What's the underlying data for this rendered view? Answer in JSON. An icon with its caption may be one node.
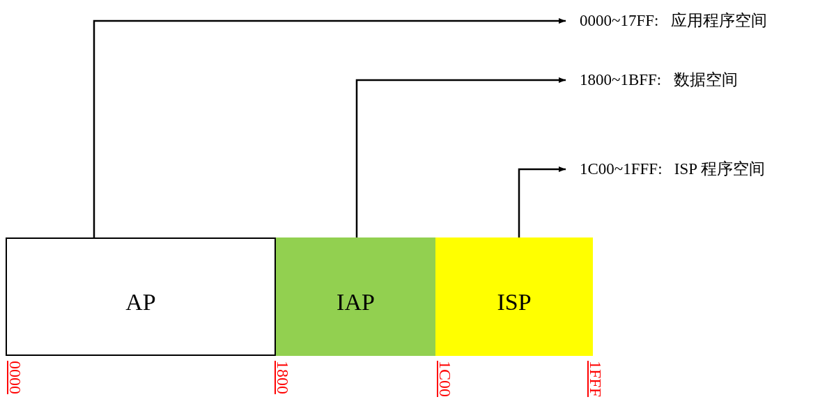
{
  "diagram": {
    "nodes": [
      {
        "text": [
          "AP"
        ]
      },
      {
        "text": [
          "IAP"
        ]
      },
      {
        "text": [
          "ISP"
        ]
      },
      {
        "text": [
          "0000~17FF:   应用程序空间"
        ]
      },
      {
        "text": [
          "1800~1BFF:   数据空间"
        ]
      },
      {
        "text": [
          "1C00~1FFF:   ISP 程序空间"
        ]
      }
    ],
    "edges": [
      {
        "from": 0,
        "to": 3,
        "arrow": "to"
      },
      {
        "from": 1,
        "to": 4,
        "arrow": "to"
      },
      {
        "from": 2,
        "to": 5,
        "arrow": "to"
      }
    ],
    "labels": [
      "0000",
      "1800",
      "1C00",
      "1FFF"
    ]
  }
}
